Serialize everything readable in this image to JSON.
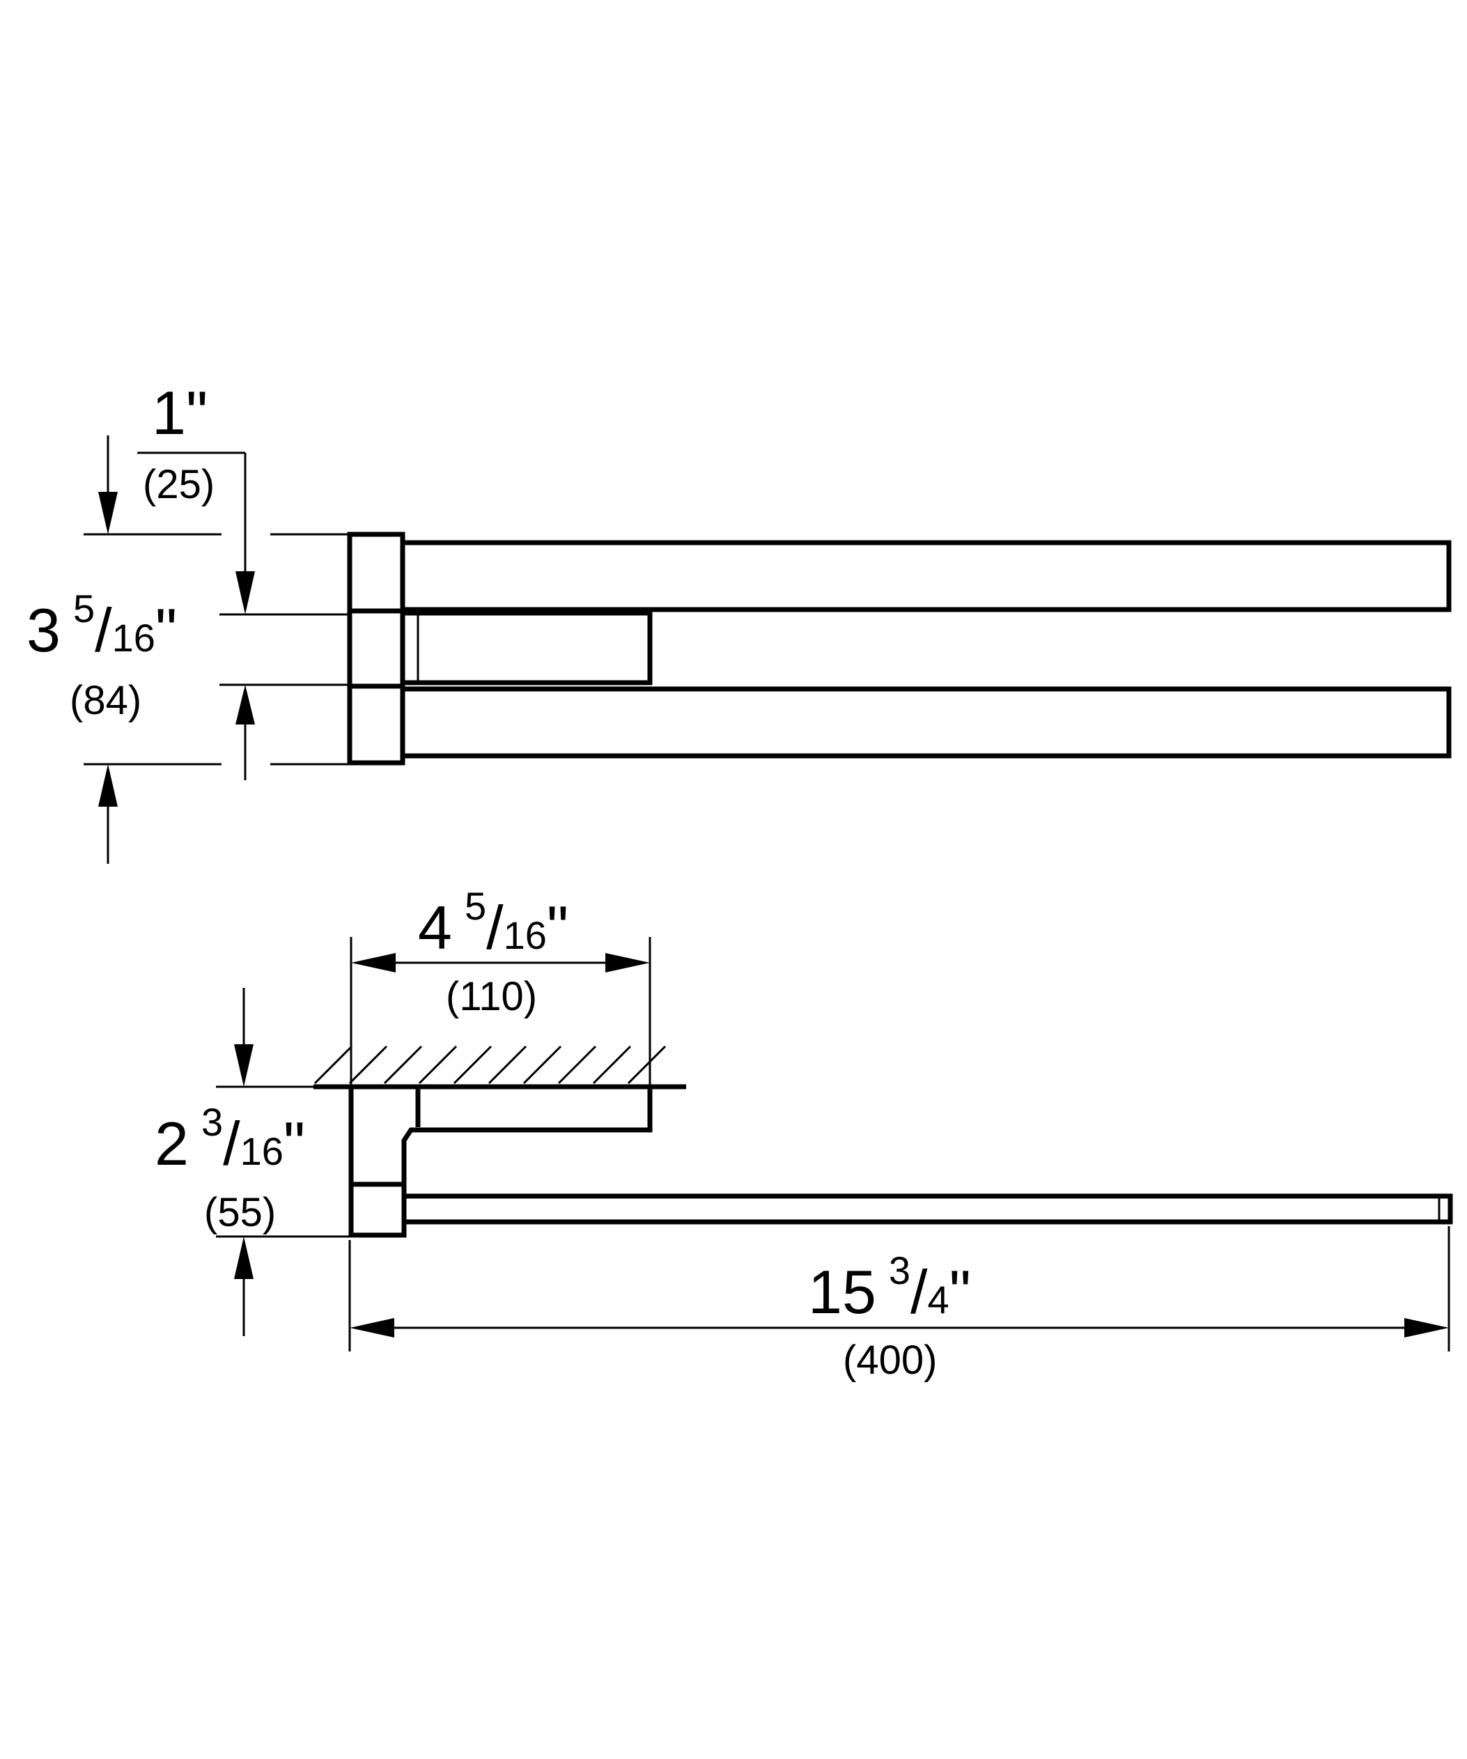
{
  "dimensions": {
    "depth_top": {
      "whole": "1\"",
      "mm": "(25)"
    },
    "height_total": {
      "whole": "3",
      "num": "5",
      "slash": "/",
      "den": "16",
      "inch": "\"",
      "mm": "(84)"
    },
    "arm_offset": {
      "whole": "4",
      "num": "5",
      "slash": "/",
      "den": "16",
      "inch": "\"",
      "mm": "(110)"
    },
    "wall_projection": {
      "whole": "2",
      "num": "3",
      "slash": "/",
      "den": "16",
      "inch": "\"",
      "mm": "(55)"
    },
    "length_total": {
      "whole": "15",
      "num": "3",
      "slash": "/",
      "den": "4",
      "inch": "\"",
      "mm": "(400)"
    }
  }
}
